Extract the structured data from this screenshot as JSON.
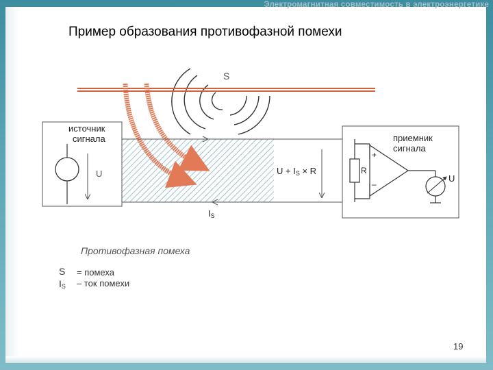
{
  "header": "Электромагнитная совместимость в электроэнергетике",
  "title": "Пример образования противофазной помехи",
  "source_label_line1": "источник",
  "source_label_line2": "сигнала",
  "receiver_label_line1": "приемник",
  "receiver_label_line2": "сигнала",
  "field_symbol": "S",
  "source_voltage": "U",
  "receiver_voltage": "U",
  "sum_voltage_prefix": "U + I",
  "sum_voltage_sub": "S",
  "sum_voltage_suffix": " × R",
  "current_main": "I",
  "current_sub": "S",
  "resistor": "R",
  "plus_sign": "+",
  "minus_sign": "–",
  "subtitle": "Противофазная помеха",
  "legend": [
    {
      "key_main": "S",
      "key_sub": "",
      "sign": "=",
      "text": "помеха"
    },
    {
      "key_main": "I",
      "key_sub": "S",
      "sign": "–",
      "text": "ток помехи"
    }
  ],
  "page_number": "19",
  "colors": {
    "power_line": "#d2603a",
    "arrow": "#e27a58",
    "hatch": "#9ec4d3",
    "wire": "#555555"
  }
}
